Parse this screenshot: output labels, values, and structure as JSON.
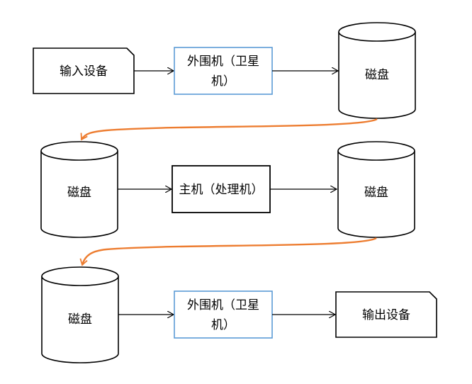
{
  "colors": {
    "stroke": "#000000",
    "blue_border": "#5b9bd5",
    "curve": "#ed7d31",
    "fill": "#ffffff"
  },
  "nodes": {
    "input_device": {
      "label": "输入设备"
    },
    "peripheral_1": {
      "line1": "外围机（卫星",
      "line2": "机）"
    },
    "disk_1": {
      "label": "磁盘"
    },
    "disk_2": {
      "label": "磁盘"
    },
    "host": {
      "label": "主机（处理机）"
    },
    "disk_3": {
      "label": "磁盘"
    },
    "disk_4": {
      "label": "磁盘"
    },
    "peripheral_2": {
      "line1": "外围机（卫星",
      "line2": "机）"
    },
    "output_device": {
      "label": "输出设备"
    }
  }
}
